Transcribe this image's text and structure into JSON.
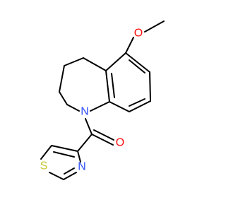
{
  "molecule": {
    "atoms": [
      {
        "id": "O_methoxy",
        "label": "O",
        "color": "#ff0d0d"
      },
      {
        "id": "N_azepine",
        "label": "N",
        "color": "#3050f8"
      },
      {
        "id": "O_carbonyl",
        "label": "O",
        "color": "#ff0d0d"
      },
      {
        "id": "S_thiazole",
        "label": "S",
        "color": "#c6c630"
      },
      {
        "id": "N_thiazole",
        "label": "N",
        "color": "#3050f8"
      }
    ],
    "bond_color": "#000000",
    "background": "#ffffff"
  }
}
